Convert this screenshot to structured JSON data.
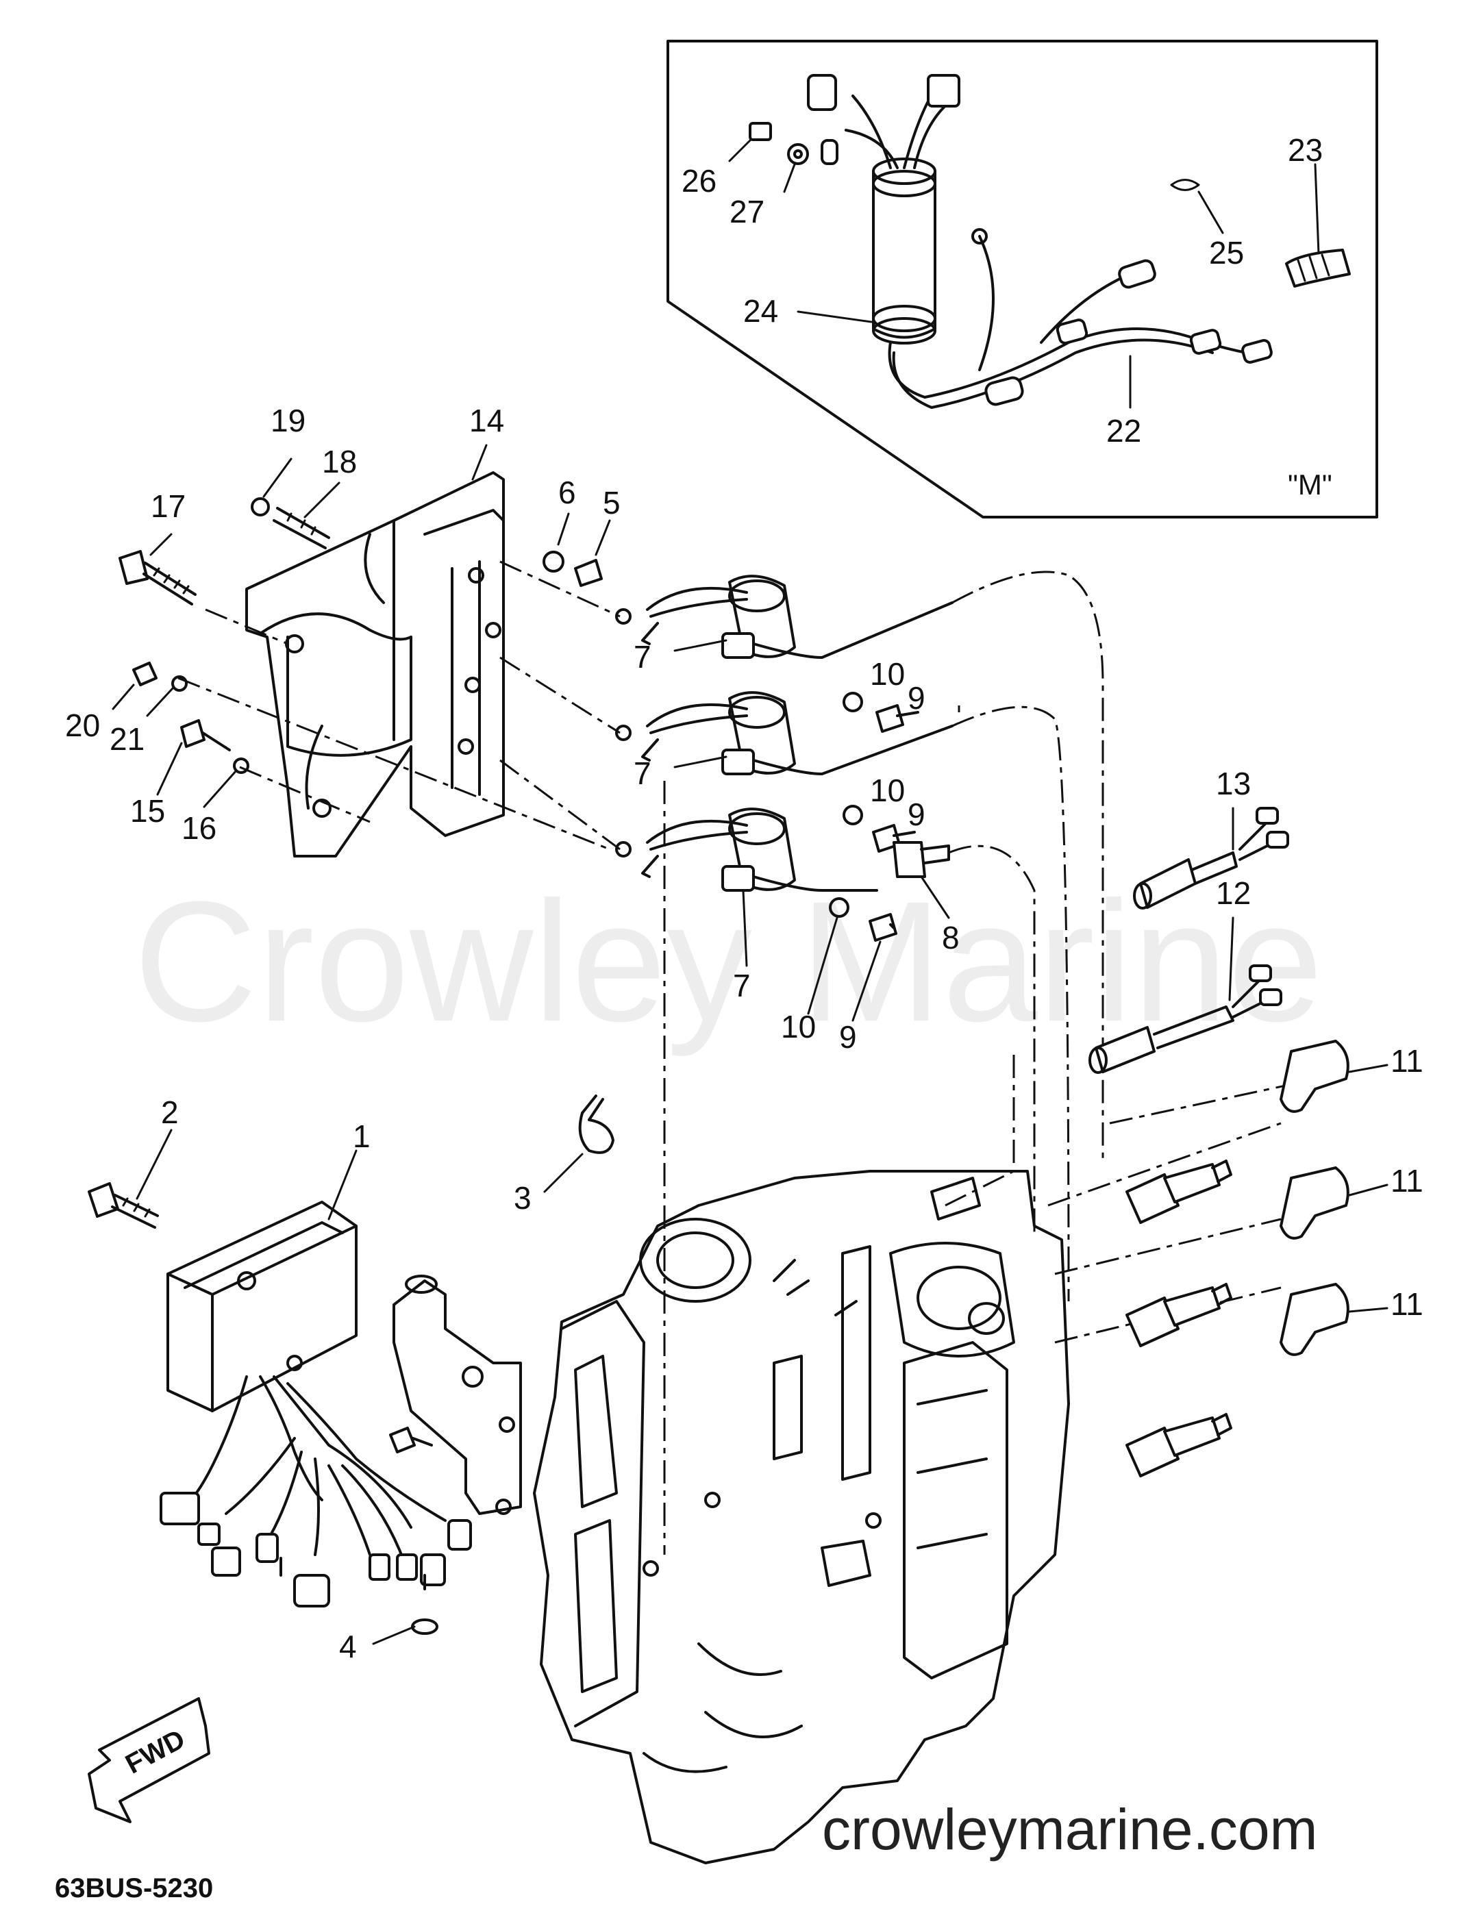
{
  "diagram": {
    "inset_label": "\"M\"",
    "watermark": "Crowley Marine",
    "website": "crowleymarine.com",
    "drawing_code": "63BUS-5230",
    "direction_label": "FWD",
    "callouts": {
      "c1": "1",
      "c2": "2",
      "c3": "3",
      "c4": "4",
      "c5": "5",
      "c6": "6",
      "c7a": "7",
      "c7b": "7",
      "c7c": "7",
      "c8": "8",
      "c9a": "9",
      "c9b": "9",
      "c9c": "9",
      "c10a": "10",
      "c10b": "10",
      "c10c": "10",
      "c11a": "11",
      "c11b": "11",
      "c11c": "11",
      "c12": "12",
      "c13": "13",
      "c14": "14",
      "c15": "15",
      "c16": "16",
      "c17": "17",
      "c18": "18",
      "c19": "19",
      "c20": "20",
      "c21": "21",
      "c22": "22",
      "c23": "23",
      "c24": "24",
      "c25": "25",
      "c26": "26",
      "c27": "27"
    }
  }
}
